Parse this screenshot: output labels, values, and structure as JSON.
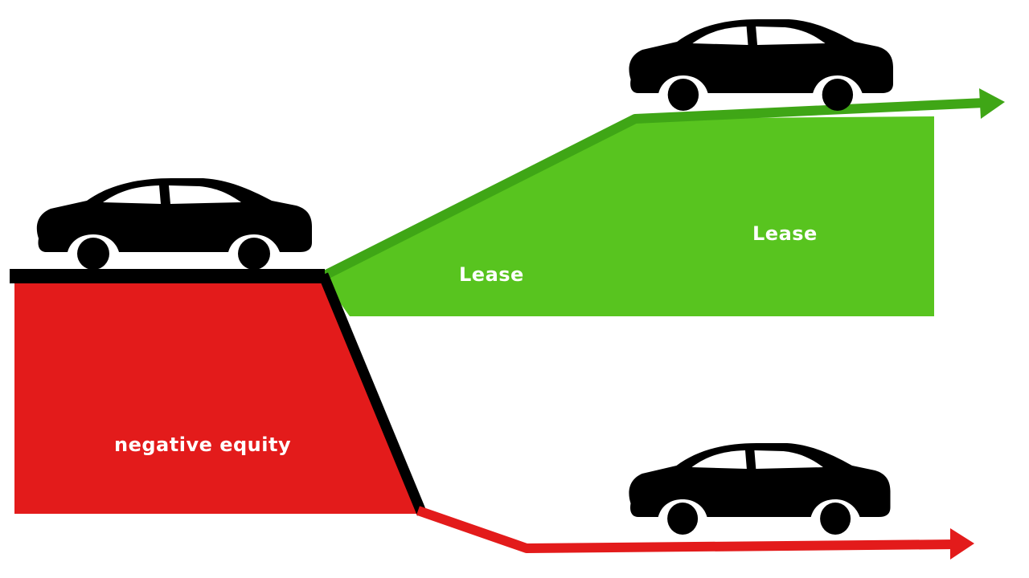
{
  "labels": {
    "lease_left": "Lease",
    "lease_right": "Lease",
    "negative_equity": "negative equity"
  },
  "colors": {
    "green_fill": "#58c41f",
    "green_line": "#3fa616",
    "red_fill": "#e31b1b",
    "car": "#000000",
    "platform": "#000000"
  },
  "icons": {
    "left_car": "car-silhouette-icon",
    "top_right_car": "car-silhouette-icon",
    "bottom_right_car": "car-silhouette-icon",
    "green_arrow": "arrow-right-icon",
    "red_arrow": "arrow-right-icon"
  }
}
